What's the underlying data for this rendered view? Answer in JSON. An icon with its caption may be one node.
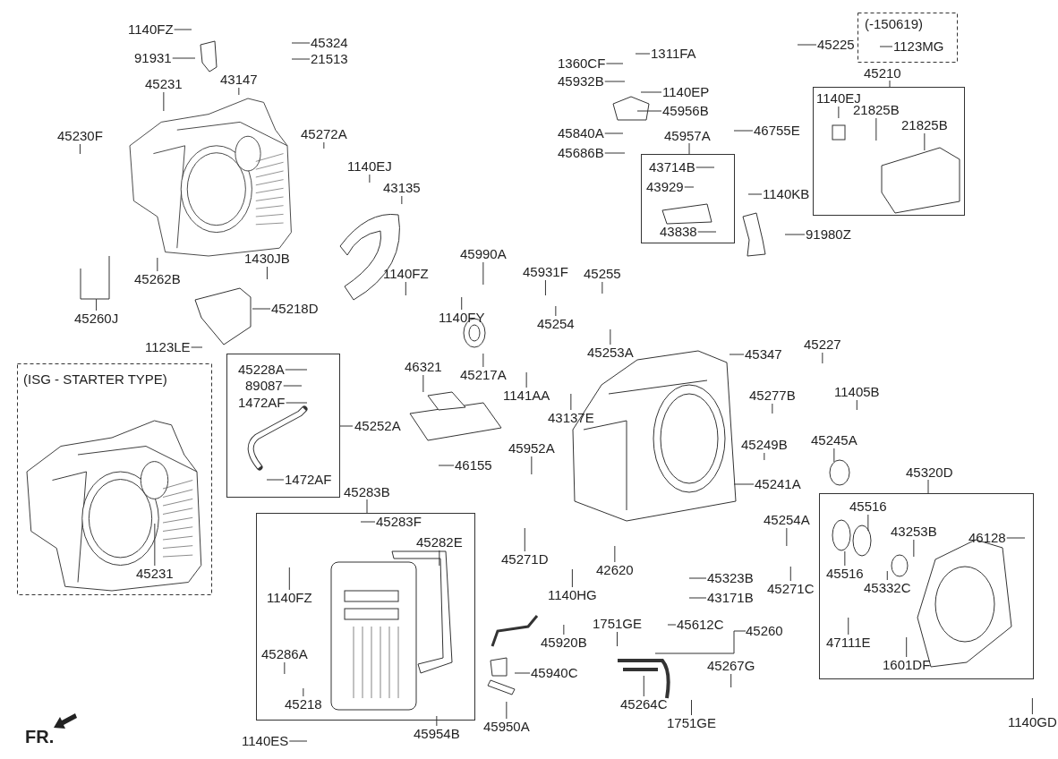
{
  "diagram": {
    "nodes": [
      {
        "text": [
          "1140FZ"
        ]
      },
      {
        "text": [
          "91931"
        ]
      },
      {
        "text": [
          "45324"
        ]
      },
      {
        "text": [
          "21513"
        ]
      },
      {
        "text": [
          "45231"
        ]
      },
      {
        "text": [
          "43147"
        ]
      },
      {
        "text": [
          "45230F"
        ]
      },
      {
        "text": [
          "45272A"
        ]
      },
      {
        "text": [
          "1140EJ"
        ]
      },
      {
        "text": [
          "43135"
        ]
      },
      {
        "text": [
          "45262B"
        ]
      },
      {
        "text": [
          "45260J"
        ]
      },
      {
        "text": [
          "1430JB"
        ]
      },
      {
        "text": [
          "1140FZ"
        ]
      },
      {
        "text": [
          "45218D"
        ]
      },
      {
        "text": [
          "1123LE"
        ]
      },
      {
        "text": [
          "45252A"
        ]
      },
      {
        "text": [
          "45228A"
        ],
        "in": 16
      },
      {
        "text": [
          "89087"
        ],
        "in": 16
      },
      {
        "text": [
          "1472AF"
        ],
        "in": 16
      },
      {
        "text": [
          "1472AF"
        ],
        "in": 16
      },
      {
        "text": [
          "(ISG - STARTER TYPE)"
        ]
      },
      {
        "text": [
          "45231"
        ],
        "in": 21
      },
      {
        "text": [
          "45283B"
        ]
      },
      {
        "text": [
          "45283F"
        ],
        "in": 23
      },
      {
        "text": [
          "45282E"
        ],
        "in": 23
      },
      {
        "text": [
          "1140FZ"
        ],
        "in": 23
      },
      {
        "text": [
          "45286A"
        ],
        "in": 23
      },
      {
        "text": [
          "45218"
        ],
        "in": 23
      },
      {
        "text": [
          "1140ES"
        ]
      },
      {
        "text": [
          "46321"
        ]
      },
      {
        "text": [
          "46155"
        ]
      },
      {
        "text": [
          "45217A"
        ]
      },
      {
        "text": [
          "1141AA"
        ]
      },
      {
        "text": [
          "43137E"
        ]
      },
      {
        "text": [
          "45990A"
        ]
      },
      {
        "text": [
          "45931F"
        ]
      },
      {
        "text": [
          "45255"
        ]
      },
      {
        "text": [
          "45254"
        ]
      },
      {
        "text": [
          "1140FY"
        ]
      },
      {
        "text": [
          "45253A"
        ]
      },
      {
        "text": [
          "1311FA"
        ]
      },
      {
        "text": [
          "1360CF"
        ]
      },
      {
        "text": [
          "45932B"
        ]
      },
      {
        "text": [
          "1140EP"
        ]
      },
      {
        "text": [
          "45956B"
        ]
      },
      {
        "text": [
          "45840A"
        ]
      },
      {
        "text": [
          "45686B"
        ]
      },
      {
        "text": [
          "46755E"
        ]
      },
      {
        "text": [
          "45957A"
        ]
      },
      {
        "text": [
          "43714B"
        ],
        "in": 49
      },
      {
        "text": [
          "43929"
        ],
        "in": 49
      },
      {
        "text": [
          "43838"
        ],
        "in": 49
      },
      {
        "text": [
          "1140KB"
        ]
      },
      {
        "text": [
          "91980Z"
        ]
      },
      {
        "text": [
          "45225"
        ]
      },
      {
        "text": [
          "(-150619)"
        ]
      },
      {
        "text": [
          "1123MG"
        ],
        "in": 56
      },
      {
        "text": [
          "45210"
        ]
      },
      {
        "text": [
          "1140EJ"
        ],
        "in": 58
      },
      {
        "text": [
          "21825B"
        ],
        "in": 58
      },
      {
        "text": [
          "21825B"
        ],
        "in": 58
      },
      {
        "text": [
          "45347"
        ]
      },
      {
        "text": [
          "45227"
        ]
      },
      {
        "text": [
          "45277B"
        ]
      },
      {
        "text": [
          "11405B"
        ]
      },
      {
        "text": [
          "45249B"
        ]
      },
      {
        "text": [
          "45245A"
        ]
      },
      {
        "text": [
          "45952A"
        ]
      },
      {
        "text": [
          "45241A"
        ]
      },
      {
        "text": [
          "45254A"
        ]
      },
      {
        "text": [
          "45271D"
        ]
      },
      {
        "text": [
          "42620"
        ]
      },
      {
        "text": [
          "1140HG"
        ]
      },
      {
        "text": [
          "45271C"
        ]
      },
      {
        "text": [
          "45323B"
        ]
      },
      {
        "text": [
          "43171B"
        ]
      },
      {
        "text": [
          "45612C"
        ]
      },
      {
        "text": [
          "45260"
        ]
      },
      {
        "text": [
          "1751GE"
        ]
      },
      {
        "text": [
          "45920B"
        ]
      },
      {
        "text": [
          "45940C"
        ]
      },
      {
        "text": [
          "45267G"
        ]
      },
      {
        "text": [
          "45264C"
        ]
      },
      {
        "text": [
          "1751GE"
        ]
      },
      {
        "text": [
          "45954B"
        ]
      },
      {
        "text": [
          "45950A"
        ]
      },
      {
        "text": [
          "45320D"
        ]
      },
      {
        "text": [
          "45516"
        ],
        "in": 87
      },
      {
        "text": [
          "45516"
        ],
        "in": 87
      },
      {
        "text": [
          "43253B"
        ],
        "in": 87
      },
      {
        "text": [
          "45332C"
        ],
        "in": 87
      },
      {
        "text": [
          "46128"
        ],
        "in": 87
      },
      {
        "text": [
          "47111E"
        ],
        "in": 87
      },
      {
        "text": [
          "1601DF"
        ],
        "in": 87
      },
      {
        "text": [
          "1140GD"
        ]
      }
    ],
    "edges": [
      {
        "from": 0,
        "to": null,
        "arrow": "none"
      },
      {
        "from": 1,
        "to": null,
        "arrow": "none"
      },
      {
        "from": 2,
        "to": null,
        "arrow": "none"
      },
      {
        "from": 3,
        "to": null,
        "arrow": "none"
      },
      {
        "from": 4,
        "to": null,
        "arrow": "none"
      },
      {
        "from": 5,
        "to": null,
        "arrow": "none"
      },
      {
        "from": 6,
        "to": null,
        "arrow": "none"
      },
      {
        "from": 7,
        "to": null,
        "arrow": "none"
      },
      {
        "from": 8,
        "to": null,
        "arrow": "none"
      },
      {
        "from": 9,
        "to": null,
        "arrow": "none"
      },
      {
        "from": 10,
        "to": null,
        "arrow": "none"
      },
      {
        "from": 11,
        "to": null,
        "arrow": "none"
      },
      {
        "from": 12,
        "to": null,
        "arrow": "none"
      },
      {
        "from": 13,
        "to": null,
        "arrow": "none"
      },
      {
        "from": 14,
        "to": null,
        "arrow": "none"
      },
      {
        "from": 15,
        "to": null,
        "arrow": "none"
      },
      {
        "from": 17,
        "to": null,
        "arrow": "none"
      },
      {
        "from": 18,
        "to": null,
        "arrow": "none"
      },
      {
        "from": 19,
        "to": null,
        "arrow": "none"
      },
      {
        "from": 20,
        "to": null,
        "arrow": "none"
      },
      {
        "from": 22,
        "to": null,
        "arrow": "none"
      },
      {
        "from": 24,
        "to": null,
        "arrow": "none"
      },
      {
        "from": 25,
        "to": null,
        "arrow": "none"
      },
      {
        "from": 26,
        "to": null,
        "arrow": "none"
      },
      {
        "from": 27,
        "to": null,
        "arrow": "none"
      },
      {
        "from": 28,
        "to": null,
        "arrow": "none"
      },
      {
        "from": 29,
        "to": null,
        "arrow": "none"
      },
      {
        "from": 30,
        "to": null,
        "arrow": "none"
      },
      {
        "from": 31,
        "to": null,
        "arrow": "none"
      },
      {
        "from": 32,
        "to": null,
        "arrow": "none"
      },
      {
        "from": 33,
        "to": null,
        "arrow": "none"
      },
      {
        "from": 34,
        "to": null,
        "arrow": "none"
      },
      {
        "from": 35,
        "to": null,
        "arrow": "none"
      },
      {
        "from": 36,
        "to": null,
        "arrow": "none"
      },
      {
        "from": 37,
        "to": null,
        "arrow": "none"
      },
      {
        "from": 38,
        "to": null,
        "arrow": "none"
      },
      {
        "from": 39,
        "to": null,
        "arrow": "none"
      },
      {
        "from": 40,
        "to": null,
        "arrow": "none"
      },
      {
        "from": 41,
        "to": null,
        "arrow": "none"
      },
      {
        "from": 42,
        "to": null,
        "arrow": "none"
      },
      {
        "from": 43,
        "to": null,
        "arrow": "none"
      },
      {
        "from": 44,
        "to": null,
        "arrow": "none"
      },
      {
        "from": 45,
        "to": null,
        "arrow": "none"
      },
      {
        "from": 46,
        "to": null,
        "arrow": "none"
      },
      {
        "from": 47,
        "to": null,
        "arrow": "none"
      },
      {
        "from": 48,
        "to": null,
        "arrow": "none"
      },
      {
        "from": 50,
        "to": null,
        "arrow": "none"
      },
      {
        "from": 51,
        "to": null,
        "arrow": "none"
      },
      {
        "from": 52,
        "to": null,
        "arrow": "none"
      },
      {
        "from": 53,
        "to": null,
        "arrow": "none"
      },
      {
        "from": 54,
        "to": null,
        "arrow": "none"
      },
      {
        "from": 55,
        "to": null,
        "arrow": "none"
      },
      {
        "from": 57,
        "to": null,
        "arrow": "none"
      },
      {
        "from": 59,
        "to": null,
        "arrow": "none"
      },
      {
        "from": 60,
        "to": null,
        "arrow": "none"
      },
      {
        "from": 61,
        "to": null,
        "arrow": "none"
      },
      {
        "from": 62,
        "to": null,
        "arrow": "none"
      },
      {
        "from": 63,
        "to": null,
        "arrow": "none"
      },
      {
        "from": 64,
        "to": null,
        "arrow": "none"
      },
      {
        "from": 65,
        "to": null,
        "arrow": "none"
      },
      {
        "from": 66,
        "to": null,
        "arrow": "none"
      },
      {
        "from": 67,
        "to": null,
        "arrow": "none"
      },
      {
        "from": 68,
        "to": null,
        "arrow": "none"
      },
      {
        "from": 69,
        "to": null,
        "arrow": "none"
      },
      {
        "from": 70,
        "to": null,
        "arrow": "none"
      },
      {
        "from": 71,
        "to": null,
        "arrow": "none"
      },
      {
        "from": 72,
        "to": null,
        "arrow": "none"
      },
      {
        "from": 73,
        "to": null,
        "arrow": "none"
      },
      {
        "from": 74,
        "to": null,
        "arrow": "none"
      },
      {
        "from": 75,
        "to": null,
        "arrow": "none"
      },
      {
        "from": 76,
        "to": null,
        "arrow": "none"
      },
      {
        "from": 77,
        "to": null,
        "arrow": "none"
      },
      {
        "from": 78,
        "to": null,
        "arrow": "none"
      },
      {
        "from": 79,
        "to": null,
        "arrow": "none"
      },
      {
        "from": 80,
        "to": null,
        "arrow": "none"
      },
      {
        "from": 81,
        "to": null,
        "arrow": "none"
      },
      {
        "from": 82,
        "to": null,
        "arrow": "none"
      },
      {
        "from": 83,
        "to": null,
        "arrow": "none"
      },
      {
        "from": 84,
        "to": null,
        "arrow": "none"
      },
      {
        "from": 85,
        "to": null,
        "arrow": "none"
      },
      {
        "from": 86,
        "to": null,
        "arrow": "none"
      },
      {
        "from": 88,
        "to": null,
        "arrow": "none"
      },
      {
        "from": 89,
        "to": null,
        "arrow": "none"
      },
      {
        "from": 90,
        "to": null,
        "arrow": "none"
      },
      {
        "from": 91,
        "to": null,
        "arrow": "none"
      },
      {
        "from": 92,
        "to": null,
        "arrow": "none"
      },
      {
        "from": 93,
        "to": null,
        "arrow": "none"
      },
      {
        "from": 94,
        "to": null,
        "arrow": "none"
      },
      {
        "from": 95,
        "to": null,
        "arrow": "none"
      }
    ],
    "labels": [
      "FR."
    ]
  }
}
